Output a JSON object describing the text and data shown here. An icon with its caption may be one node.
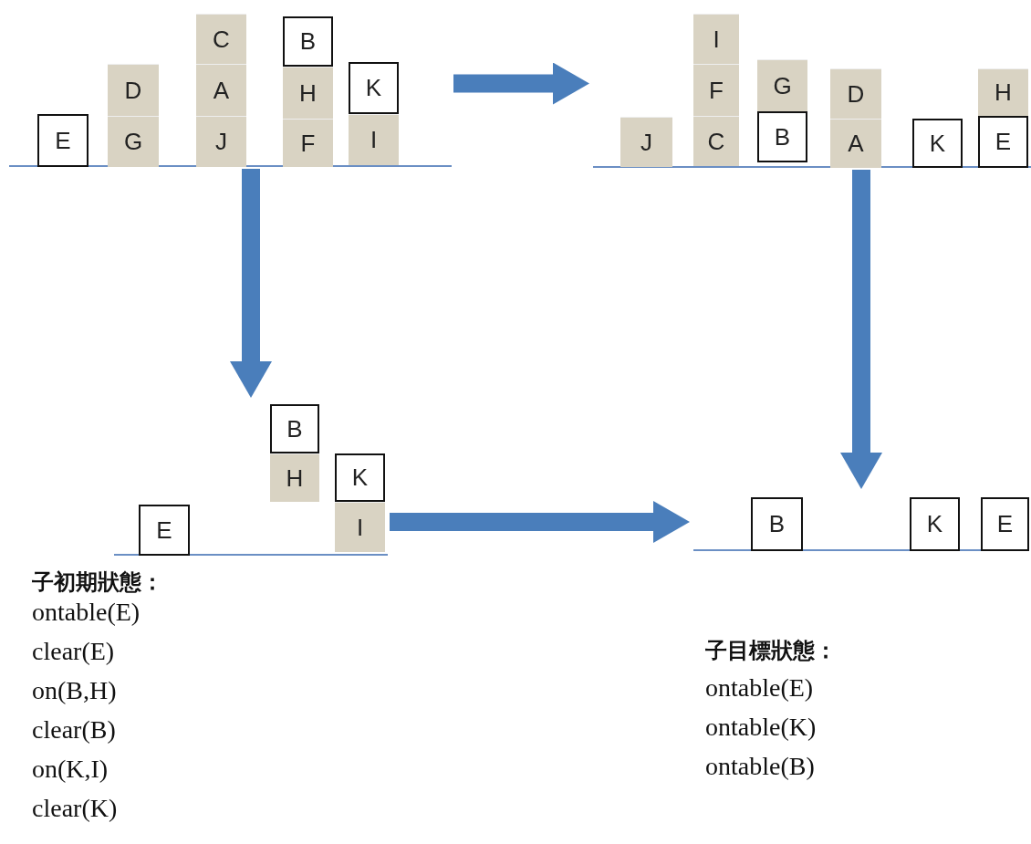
{
  "diagram": {
    "nodes": [
      {
        "text": [],
        "shape": "table"
      },
      {
        "text": [
          "E"
        ],
        "in": 0
      },
      {
        "text": [
          "D"
        ],
        "in": 0
      },
      {
        "text": [
          "G"
        ],
        "in": 0
      },
      {
        "text": [
          "C"
        ],
        "in": 0
      },
      {
        "text": [
          "A"
        ],
        "in": 0
      },
      {
        "text": [
          "J"
        ],
        "in": 0
      },
      {
        "text": [
          "B"
        ],
        "in": 0
      },
      {
        "text": [
          "H"
        ],
        "in": 0
      },
      {
        "text": [
          "F"
        ],
        "in": 0
      },
      {
        "text": [
          "K"
        ],
        "in": 0
      },
      {
        "text": [
          "I"
        ],
        "in": 0
      },
      {
        "text": [],
        "shape": "table"
      },
      {
        "text": [
          "J"
        ],
        "in": 12
      },
      {
        "text": [
          "I"
        ],
        "in": 12
      },
      {
        "text": [
          "F"
        ],
        "in": 12
      },
      {
        "text": [
          "C"
        ],
        "in": 12
      },
      {
        "text": [
          "G"
        ],
        "in": 12
      },
      {
        "text": [
          "B"
        ],
        "in": 12
      },
      {
        "text": [
          "D"
        ],
        "in": 12
      },
      {
        "text": [
          "A"
        ],
        "in": 12
      },
      {
        "text": [
          "K"
        ],
        "in": 12
      },
      {
        "text": [
          "H"
        ],
        "in": 12
      },
      {
        "text": [
          "E"
        ],
        "in": 12
      },
      {
        "text": [],
        "shape": "table"
      },
      {
        "text": [
          "B"
        ],
        "in": 24
      },
      {
        "text": [
          "H"
        ],
        "in": 24
      },
      {
        "text": [
          "K"
        ],
        "in": 24
      },
      {
        "text": [
          "I"
        ],
        "in": 24
      },
      {
        "text": [
          "E"
        ],
        "in": 24
      },
      {
        "text": [],
        "shape": "table"
      },
      {
        "text": [
          "B"
        ],
        "in": 30
      },
      {
        "text": [
          "K"
        ],
        "in": 30
      },
      {
        "text": [
          "E"
        ],
        "in": 30
      }
    ],
    "edges": [
      {
        "from": 0,
        "to": 12,
        "arrow": "to"
      },
      {
        "from": 0,
        "to": 24,
        "arrow": "to"
      },
      {
        "from": 12,
        "to": 30,
        "arrow": "to"
      },
      {
        "from": 24,
        "to": 30,
        "arrow": "to"
      }
    ],
    "labels": [
      "子初期狀態：",
      "ontable(E)",
      "clear(E)",
      "on(B,H)",
      "clear(B)",
      "on(K,I)",
      "clear(K)",
      "子目標狀態：",
      "ontable(E)",
      "ontable(K)",
      "ontable(B)"
    ]
  }
}
